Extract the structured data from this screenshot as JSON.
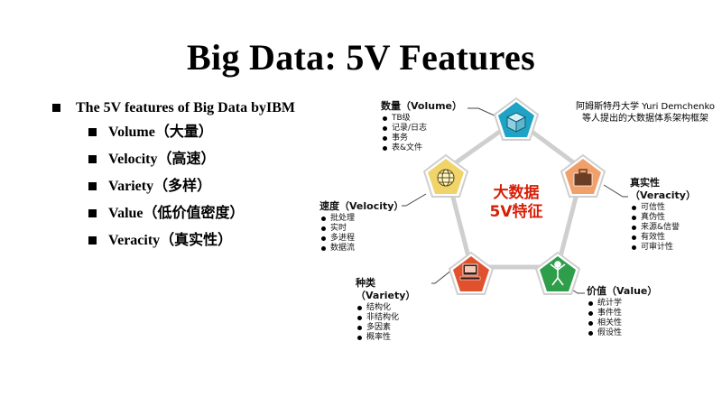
{
  "slide": {
    "title": "Big Data: 5V Features",
    "main_bullet": "The 5V features of Big Data byIBM",
    "sub_bullets": [
      "Volume（大量）",
      "Velocity（高速）",
      "Variety（多样）",
      "Value（低价值密度）",
      "Veracity（真实性）"
    ]
  },
  "diagram": {
    "center": [
      "大数据",
      "5V特征"
    ],
    "credit": [
      "阿姆斯特丹大学 Yuri Demchenko",
      "等人提出的大数据体系架构框架"
    ],
    "nodes": {
      "volume": {
        "title": "数量（Volume）",
        "items": [
          "TB级",
          "记录/日志",
          "事务",
          "表&文件"
        ],
        "color": "#1fa3c4",
        "icon": "cube-icon"
      },
      "veracity": {
        "title": [
          "真实性",
          "（Veracity）"
        ],
        "items": [
          "可信性",
          "真伪性",
          "来源&信誉",
          "有效性",
          "可审计性"
        ],
        "color": "#f0a06a",
        "icon": "briefcase-icon"
      },
      "value": {
        "title": "价值（Value）",
        "items": [
          "统计学",
          "事件性",
          "相关性",
          "假设性"
        ],
        "color": "#2e9e4a",
        "icon": "person-icon"
      },
      "variety": {
        "title": [
          "种类",
          "（Variety）"
        ],
        "items": [
          "结构化",
          "非结构化",
          "多因素",
          "概率性"
        ],
        "color": "#e0522e",
        "icon": "computer-icon"
      },
      "velocity": {
        "title": "速度（Velocity）",
        "items": [
          "批处理",
          "实时",
          "多进程",
          "数据流"
        ],
        "color": "#f0d46a",
        "icon": "globe-icon"
      }
    }
  }
}
